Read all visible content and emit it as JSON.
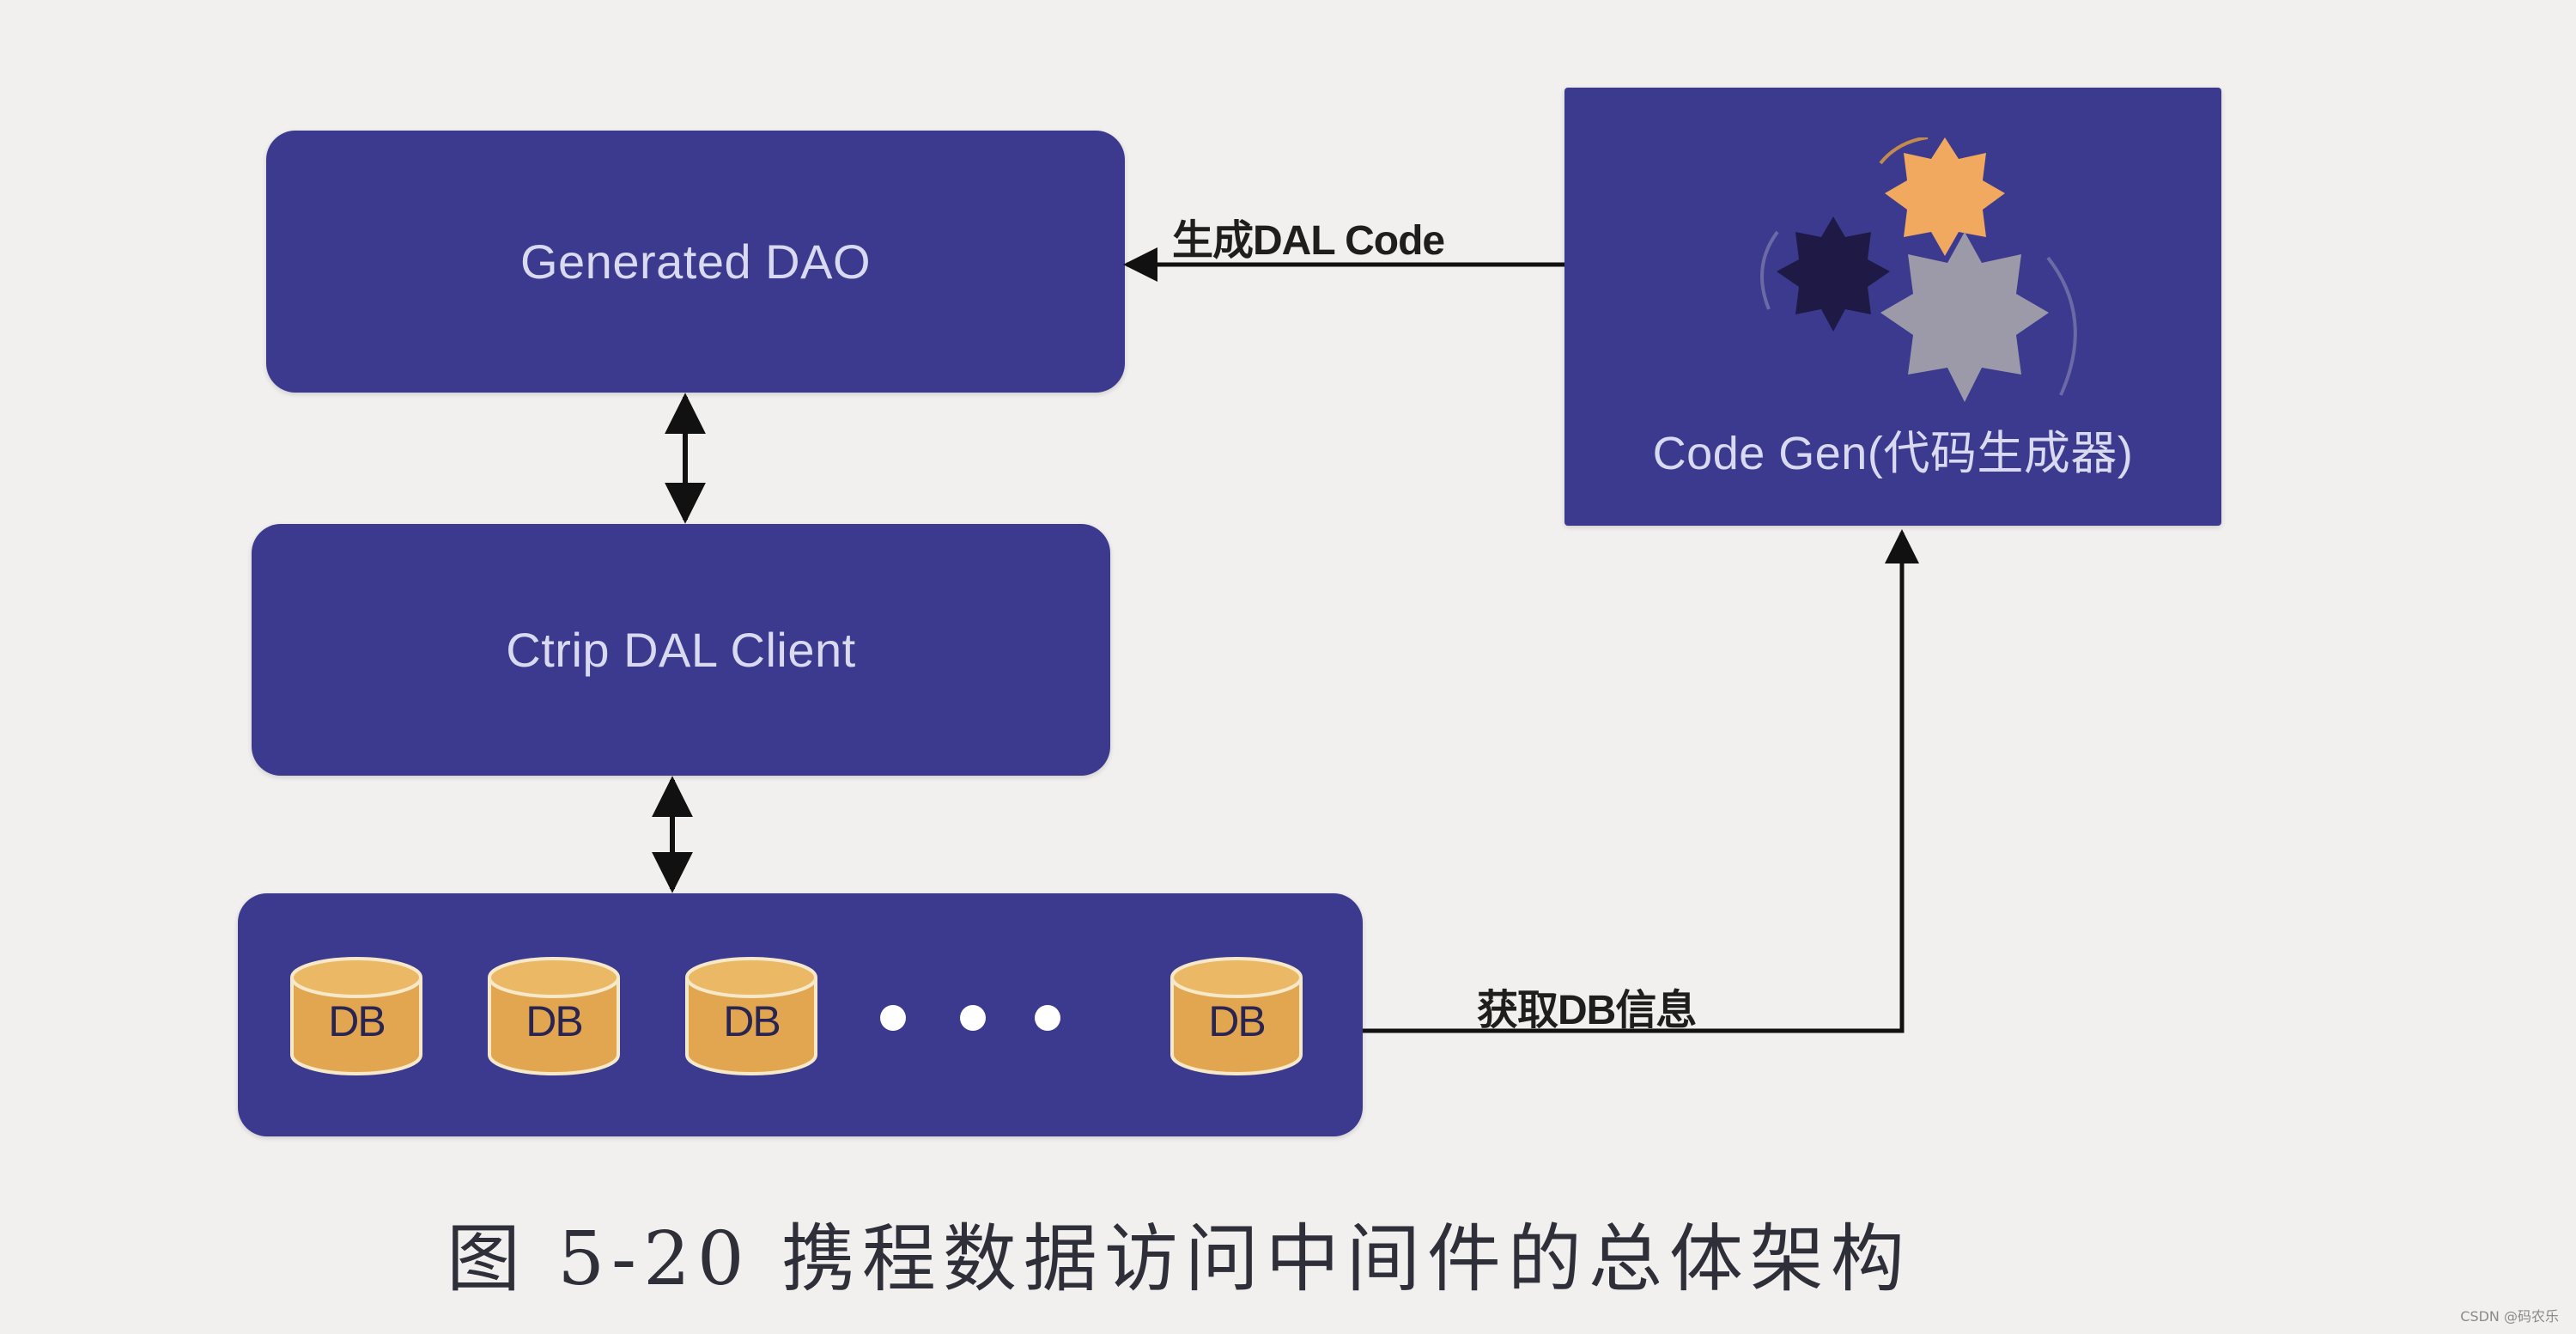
{
  "nodes": {
    "generated_dao": "Generated DAO",
    "dal_client": "Ctrip DAL Client",
    "code_gen": "Code Gen(代码生成器)",
    "databases": [
      "DB",
      "DB",
      "DB",
      "DB"
    ]
  },
  "edges": {
    "gen_to_dao": "生成DAL Code",
    "db_to_gen": "获取DB信息"
  },
  "caption": "图 5-20 携程数据访问中间件的总体架构",
  "watermark": "CSDN @码农乐",
  "colors": {
    "box": "#3b3a8e",
    "db_fill": "#e2a650",
    "gear_orange": "#f0a95e",
    "gear_dark": "#1e1a45",
    "gear_gray": "#9c9aa8",
    "caption": "#2f2f3a"
  }
}
